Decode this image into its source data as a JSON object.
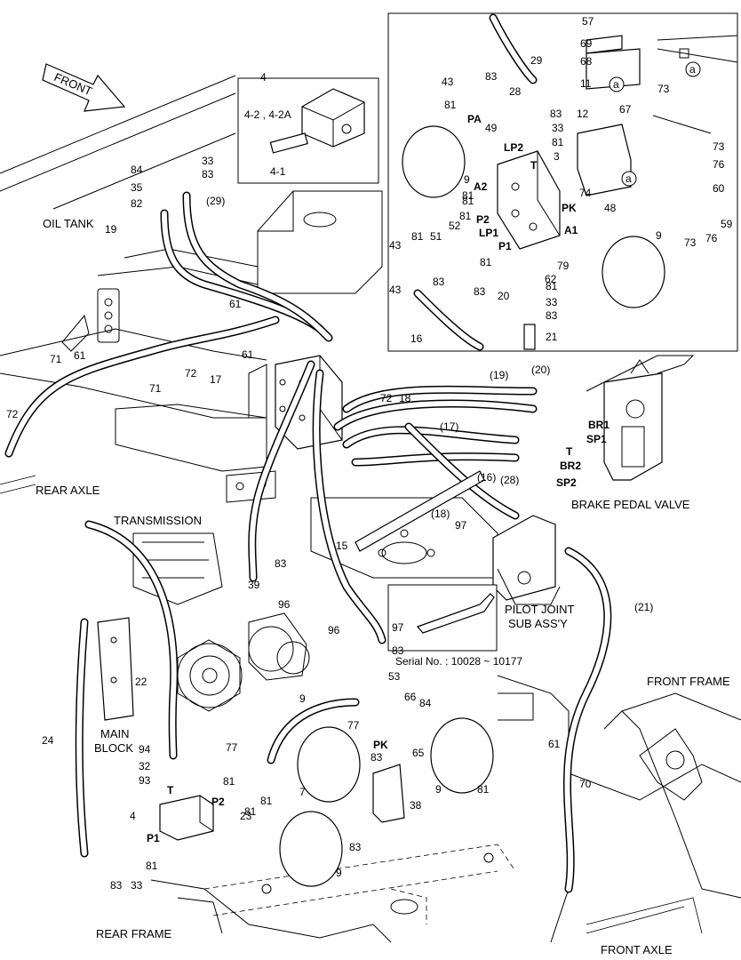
{
  "sections": {
    "oil_tank": "OIL TANK",
    "rear_axle": "REAR AXLE",
    "transmission": "TRANSMISSION",
    "main_block": [
      "MAIN",
      "BLOCK"
    ],
    "brake_pedal_valve": "BRAKE PEDAL VALVE",
    "pilot_joint": [
      "PILOT JOINT",
      "SUB ASS'Y"
    ],
    "front_frame": "FRONT FRAME",
    "rear_frame": "REAR FRAME",
    "front_axle": "FRONT AXLE",
    "front_arrow": "FRONT",
    "serial_no": "Serial No. : 10028 ~ 10177"
  },
  "inset_detail": {
    "title": "4",
    "labels": [
      "4-2 , 4-2A",
      "4-1"
    ]
  },
  "port_labels": [
    "PA",
    "LP2",
    "T",
    "A2",
    "P2",
    "LP1",
    "P1",
    "A1",
    "PK",
    "BR1",
    "SP1",
    "T",
    "BR2",
    "SP2",
    "PK",
    "P2",
    "T",
    "P1"
  ],
  "circle_marks": [
    "a",
    "a",
    "a"
  ],
  "part_numbers": [
    "57",
    "69",
    "68",
    "11",
    "67",
    "43",
    "83",
    "29",
    "81",
    "28",
    "83",
    "33",
    "81",
    "49",
    "12",
    "73",
    "73",
    "76",
    "60",
    "9",
    "3",
    "81",
    "74",
    "48",
    "59",
    "76",
    "73",
    "43",
    "81",
    "51",
    "52",
    "81",
    "81",
    "79",
    "62",
    "20",
    "81",
    "33",
    "83",
    "21",
    "16",
    "83",
    "43",
    "83",
    "9",
    "81",
    "33",
    "83",
    "84",
    "35",
    "82",
    "19",
    "(29)",
    "61",
    "71",
    "61",
    "71",
    "72",
    "17",
    "72",
    "61",
    "72",
    "18",
    "(20)",
    "(19)",
    "(17)",
    "(16)",
    "(28)",
    "83",
    "39",
    "96",
    "(18)",
    "97",
    "15",
    "(21)",
    "96",
    "97",
    "83",
    "53",
    "66",
    "84",
    "77",
    "65",
    "77",
    "81",
    "83",
    "23",
    "81",
    "9",
    "9",
    "7",
    "81",
    "38",
    "83",
    "81",
    "9",
    "22",
    "24",
    "94",
    "32",
    "93",
    "4",
    "83",
    "33",
    "81",
    "61",
    "70"
  ]
}
